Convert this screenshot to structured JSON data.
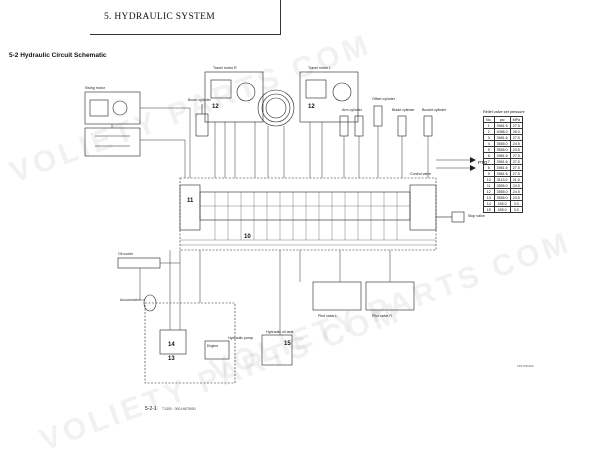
{
  "header": {
    "title": "5. HYDRAULIC SYSTEM"
  },
  "section": {
    "title": "5-2 Hydraulic Circuit Schematic"
  },
  "labels": {
    "swing_motor": "Swing motor",
    "travel_motor_r": "Travel motor R",
    "travel_motor_l": "Travel motor L",
    "boom_cylinder": "Boom cylinder",
    "offset_cylinder": "Offset cylinder",
    "arm_cylinder": "Arm cylinder",
    "blade_cylinder": "Blade cylinder",
    "bucket_cylinder": "Bucket cylinder",
    "control_valve": "Control valve",
    "pto": "PTO",
    "stop_valve": "Stop valve",
    "oil_cooler": "Oil cooler",
    "accumulator": "Accumulator",
    "hydraulic_pump": "Hydraulic pump",
    "engine": "Engine",
    "hydraulic_oil_tank": "Hydraulic oil tank",
    "pilot_valve_l": "Pilot valve L",
    "pilot_valve_r": "Pilot valve R"
  },
  "numbers": {
    "n12a": "12",
    "n12b": "12",
    "n11": "11",
    "n10": "10",
    "n14": "14",
    "n13": "13",
    "n15": "15"
  },
  "relief_table": {
    "title": "Relief valve set pressure",
    "headers": [
      "No.",
      "psi",
      "MPa"
    ],
    "rows": [
      [
        "1",
        "3981.6",
        "27.5"
      ],
      [
        "2",
        "4086.0",
        "28.0"
      ],
      [
        "3",
        "3981.6",
        "27.5"
      ],
      [
        "4",
        "3555.0",
        "24.5"
      ],
      [
        "5",
        "3555.0",
        "24.5"
      ],
      [
        "6",
        "3981.6",
        "27.5"
      ],
      [
        "7",
        "3981.6",
        "27.5"
      ],
      [
        "8",
        "3981.6",
        "27.5"
      ],
      [
        "9",
        "3981.6",
        "27.5"
      ],
      [
        "10",
        "3113.0",
        "21.5"
      ],
      [
        "11",
        "3555.0",
        "24.5"
      ],
      [
        "12",
        "3555.0",
        "24.5"
      ],
      [
        "13",
        "3555.0",
        "24.5"
      ],
      [
        "14",
        "435.0",
        "3.0"
      ],
      [
        "15",
        "435.0",
        "3.0"
      ]
    ]
  },
  "footer": {
    "page": "5-2-1",
    "code": "T1300 · 000-HAT9000"
  },
  "ref_code": "TP1738-000",
  "watermark": "VOLIETY PARTS COM"
}
